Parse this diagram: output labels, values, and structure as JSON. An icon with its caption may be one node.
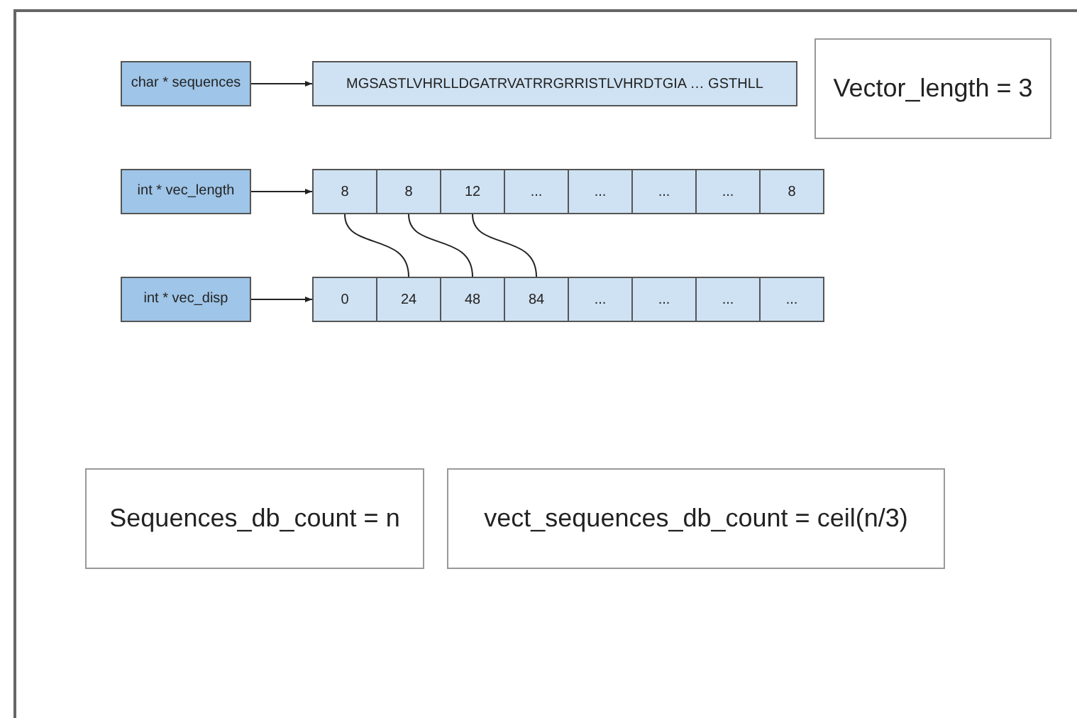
{
  "diagram": {
    "nodes": [
      {
        "text": [
          "char * sequences"
        ]
      },
      {
        "text": [
          "MGSASTLVHRLLDGATRVATRRGRRISTLVHRDTGIA … GSTHLL"
        ]
      },
      {
        "text": [
          "Vector_length = 3"
        ]
      },
      {
        "text": [
          "int * vec_length"
        ]
      },
      {
        "text": [
          "8"
        ]
      },
      {
        "text": [
          "8"
        ]
      },
      {
        "text": [
          "12"
        ]
      },
      {
        "text": [
          "..."
        ]
      },
      {
        "text": [
          "..."
        ]
      },
      {
        "text": [
          "..."
        ]
      },
      {
        "text": [
          "..."
        ]
      },
      {
        "text": [
          "8"
        ]
      },
      {
        "text": [
          "int * vec_disp"
        ]
      },
      {
        "text": [
          "0"
        ]
      },
      {
        "text": [
          "24"
        ]
      },
      {
        "text": [
          "48"
        ]
      },
      {
        "text": [
          "84"
        ]
      },
      {
        "text": [
          "..."
        ]
      },
      {
        "text": [
          "..."
        ]
      },
      {
        "text": [
          "..."
        ]
      },
      {
        "text": [
          "..."
        ]
      },
      {
        "text": [
          "Sequences_db_count = n"
        ]
      },
      {
        "text": [
          "vect_sequences_db_count = ceil(n/3)"
        ]
      }
    ],
    "edges": [
      {
        "from": 0,
        "to": 1,
        "arrow": "to"
      },
      {
        "from": 3,
        "to": 4,
        "arrow": "to"
      },
      {
        "from": 12,
        "to": 13,
        "arrow": "to"
      },
      {
        "from": 4,
        "to": 14,
        "arrow": "none"
      },
      {
        "from": 5,
        "to": 15,
        "arrow": "none"
      },
      {
        "from": 6,
        "to": 16,
        "arrow": "none"
      }
    ]
  }
}
